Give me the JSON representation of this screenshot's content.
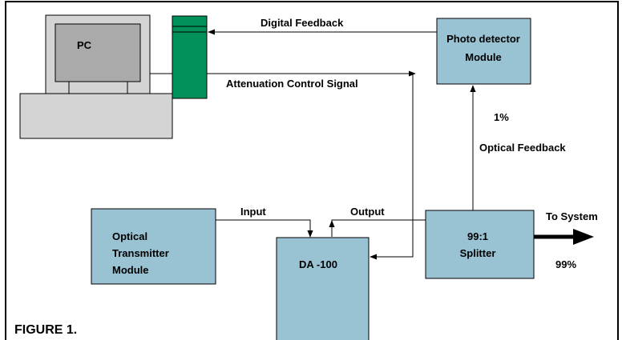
{
  "figure_label": "FIGURE 1.",
  "colors": {
    "block_fill": "#99c2d3",
    "pc_light": "#d4d4d4",
    "pc_screen": "#aaaaaa",
    "interface_green": "#00915a",
    "line": "#000000",
    "frame": "#000000"
  },
  "blocks": {
    "pc": "PC",
    "photo_detector": [
      "Photo detector",
      "Module"
    ],
    "optical_transmitter": [
      "Optical",
      "Transmitter",
      "Module"
    ],
    "da100": "DA -100",
    "splitter": [
      "99:1",
      "Splitter"
    ]
  },
  "signals": {
    "digital_feedback": "Digital Feedback",
    "attenuation_control": "Attenuation Control Signal",
    "one_percent": "1%",
    "optical_feedback": "Optical Feedback",
    "input": "Input",
    "output": "Output",
    "to_system": "To System",
    "ninety_nine_percent": "99%"
  }
}
